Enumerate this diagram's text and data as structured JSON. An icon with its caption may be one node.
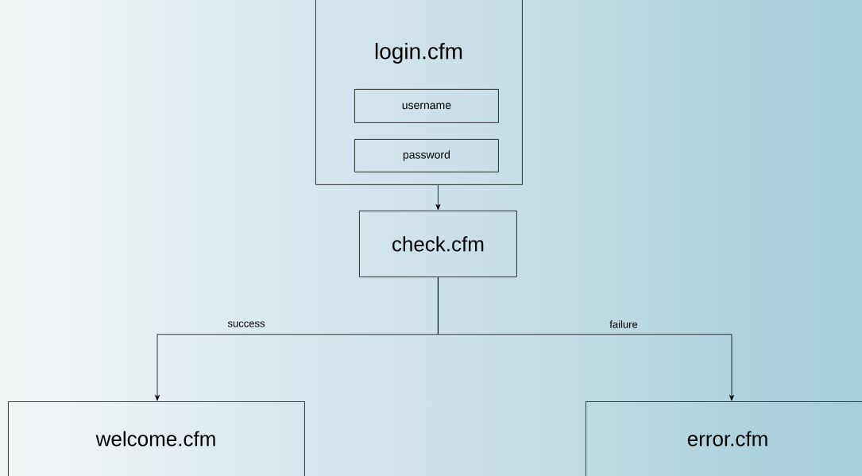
{
  "diagram": {
    "nodes": [
      {
        "text": [
          "login.cfm"
        ]
      },
      {
        "text": [
          "username"
        ],
        "in": 0
      },
      {
        "text": [
          "password"
        ],
        "in": 0
      },
      {
        "text": [
          "check.cfm"
        ]
      },
      {
        "text": [
          "welcome.cfm"
        ]
      },
      {
        "text": [
          "error.cfm"
        ]
      }
    ],
    "edges": [
      {
        "from": 0,
        "to": 3,
        "arrow": "to"
      },
      {
        "from": 3,
        "to": 4,
        "arrow": "to",
        "label": "success"
      },
      {
        "from": 3,
        "to": 5,
        "arrow": "to",
        "label": "failure"
      }
    ]
  }
}
